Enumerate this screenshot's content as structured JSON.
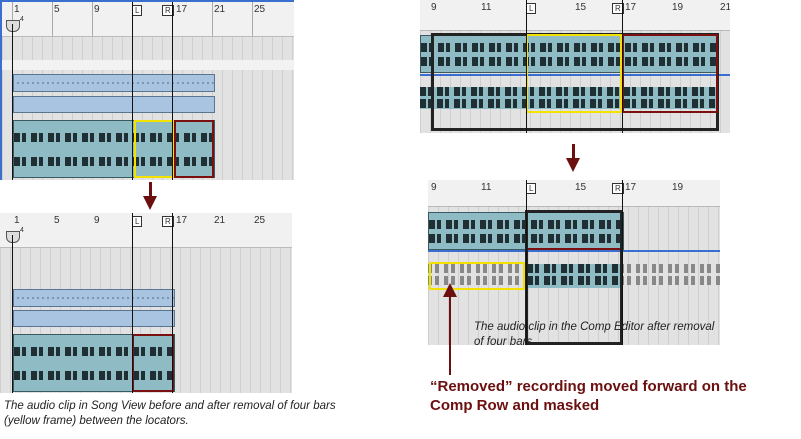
{
  "song_view_before": {
    "ruler": [
      "1",
      "5",
      "9",
      "17",
      "21",
      "25"
    ],
    "left_locator": "L",
    "right_locator": "R",
    "signature": "4"
  },
  "song_view_after": {
    "ruler": [
      "1",
      "5",
      "9",
      "17",
      "21",
      "25"
    ],
    "left_locator": "L",
    "right_locator": "R",
    "signature": "4"
  },
  "comp_editor_before": {
    "ruler": [
      "9",
      "11",
      "15",
      "17",
      "19",
      "21"
    ],
    "left_locator": "L",
    "right_locator": "R"
  },
  "comp_editor_after": {
    "ruler": [
      "9",
      "11",
      "15",
      "17",
      "19"
    ],
    "left_locator": "L",
    "right_locator": "R"
  },
  "captions": {
    "song_view": "The audio clip in Song View before and after removal of four bars (yellow frame) between the locators.",
    "comp_editor": "The audio clip in the Comp Editor after removal of four bars.",
    "removed": "“Removed” recording moved forward on the Comp Row and masked"
  },
  "colors": {
    "selection": "#f3e100",
    "highlight": "#7a1010",
    "annotation": "#6b0f0f"
  }
}
